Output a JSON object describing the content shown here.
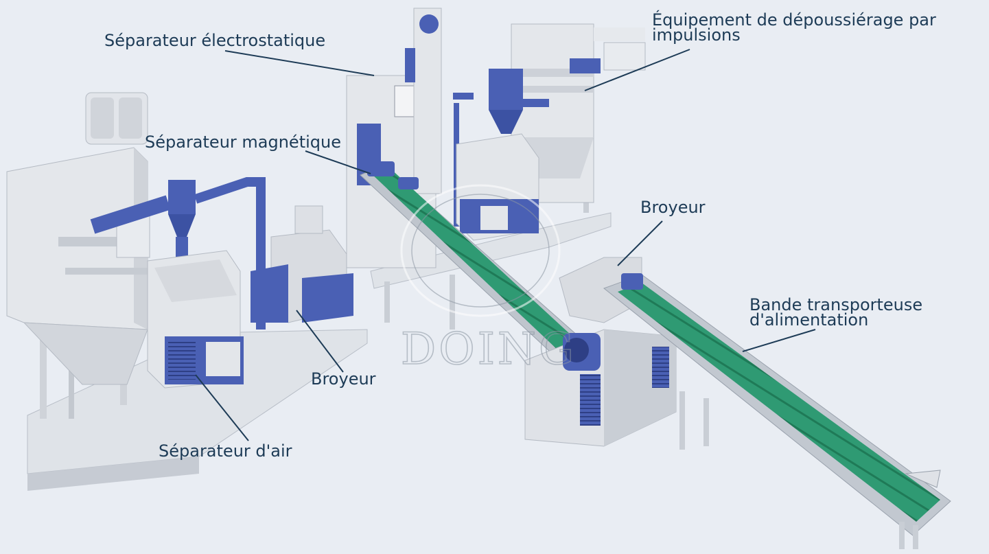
{
  "watermark": {
    "text": "DOING"
  },
  "labels": {
    "electrostatic": "Séparateur électrostatique",
    "dust_line1": "Équipement de dépoussiérage par",
    "dust_line2": "impulsions",
    "magnetic": "Séparateur magnétique",
    "crusher_right": "Broyeur",
    "conveyor_line1": "Bande transporteuse",
    "conveyor_line2": "d'alimentation",
    "crusher_left": "Broyeur",
    "air": "Séparateur d'air"
  },
  "colors": {
    "background": "#e9edf3",
    "machine_body": "#dadde2",
    "machine_accent": "#4a60b4",
    "conveyor_belt": "#2f9a73",
    "label_text": "#1d3b56",
    "leader_line": "#1d3b56"
  }
}
